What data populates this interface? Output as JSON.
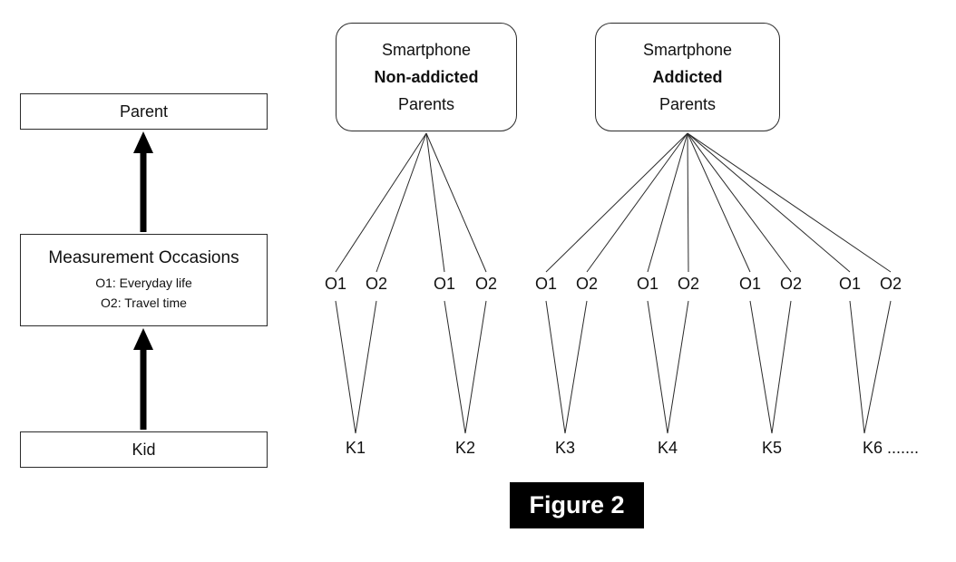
{
  "left_panel": {
    "parent_label": "Parent",
    "measurement": {
      "title": "Measurement Occasions",
      "occasion1": "O1: Everyday life",
      "occasion2": "O2: Travel time"
    },
    "kid_label": "Kid"
  },
  "groups": [
    {
      "line1": "Smartphone",
      "line2": "Non-addicted",
      "line3": "Parents"
    },
    {
      "line1": "Smartphone",
      "line2": "Addicted",
      "line3": "Parents"
    }
  ],
  "occasions": [
    "O1",
    "O2",
    "O1",
    "O2",
    "O1",
    "O2",
    "O1",
    "O2",
    "O1",
    "O2",
    "O1",
    "O2"
  ],
  "kids": [
    "K1",
    "K2",
    "K3",
    "K4",
    "K5",
    "K6 ......."
  ],
  "caption": "Figure 2",
  "colors": {
    "line": "#2a2a2a",
    "arrow": "#000000",
    "caption_bg": "#000000",
    "caption_text": "#ffffff"
  }
}
